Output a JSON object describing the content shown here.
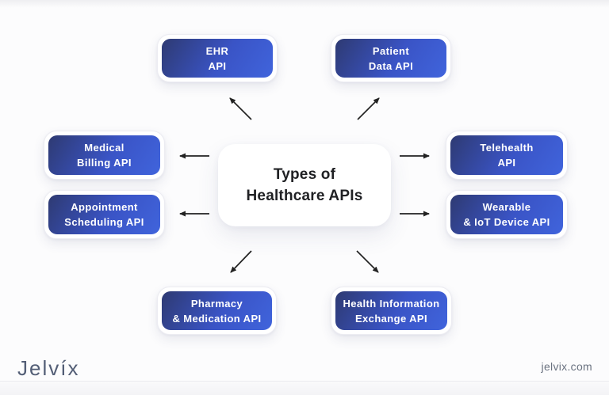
{
  "center": {
    "line1": "Types of",
    "line2": "Healthcare APIs"
  },
  "nodes": {
    "ehr": {
      "line1": "EHR",
      "line2": "API"
    },
    "patient": {
      "line1": "Patient",
      "line2": "Data API"
    },
    "medical": {
      "line1": "Medical",
      "line2": "Billing API"
    },
    "appointment": {
      "line1": "Appointment",
      "line2": "Scheduling API"
    },
    "telehealth": {
      "line1": "Telehealth",
      "line2": "API"
    },
    "wearable": {
      "line1": "Wearable",
      "line2": "& IoT Device API"
    },
    "pharmacy": {
      "line1": "Pharmacy",
      "line2": "& Medication API"
    },
    "healthex": {
      "line1": "Health Information",
      "line2": "Exchange API"
    }
  },
  "footer": {
    "logo_text": "Jelvíx",
    "website": "jelvix.com"
  },
  "colors": {
    "background": "#fcfcfd",
    "box_gradient_start": "#2e3a72",
    "box_gradient_mid": "#3a54c6",
    "box_gradient_end": "#4064dc",
    "arrow": "#222222",
    "center_text": "#202124",
    "node_text": "#ffffff",
    "logo_text": "#535e76",
    "website_text": "#6a7280"
  }
}
